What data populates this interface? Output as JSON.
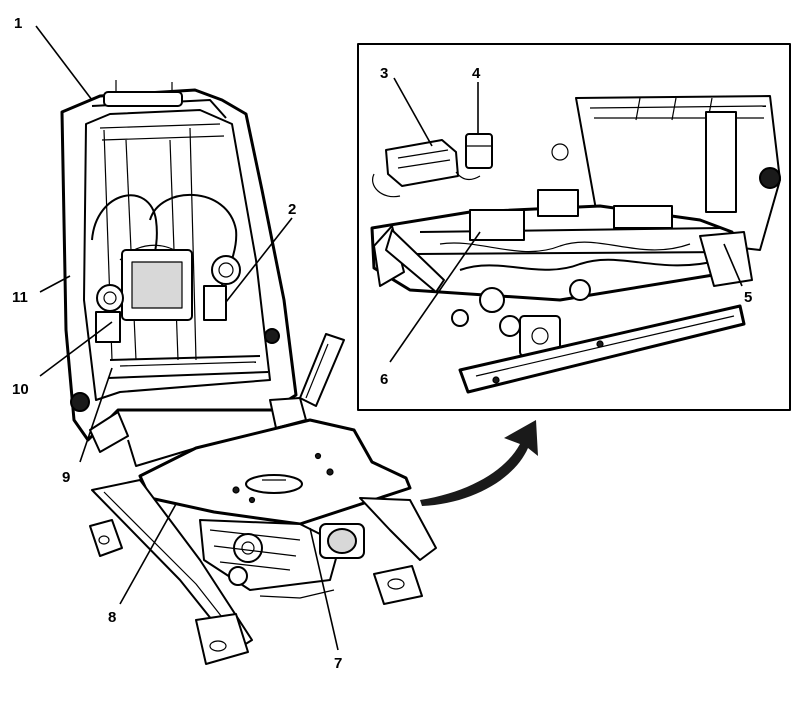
{
  "callouts": [
    {
      "id": "1",
      "text": "1"
    },
    {
      "id": "2",
      "text": "2"
    },
    {
      "id": "3",
      "text": "3"
    },
    {
      "id": "4",
      "text": "4"
    },
    {
      "id": "5",
      "text": "5"
    },
    {
      "id": "6",
      "text": "6"
    },
    {
      "id": "7",
      "text": "7"
    },
    {
      "id": "8",
      "text": "8"
    },
    {
      "id": "9",
      "text": "9"
    },
    {
      "id": "10",
      "text": "10"
    },
    {
      "id": "11",
      "text": "11"
    }
  ],
  "colors": {
    "line": "#000000",
    "background": "#ffffff",
    "shade": "#d8d8d8"
  }
}
